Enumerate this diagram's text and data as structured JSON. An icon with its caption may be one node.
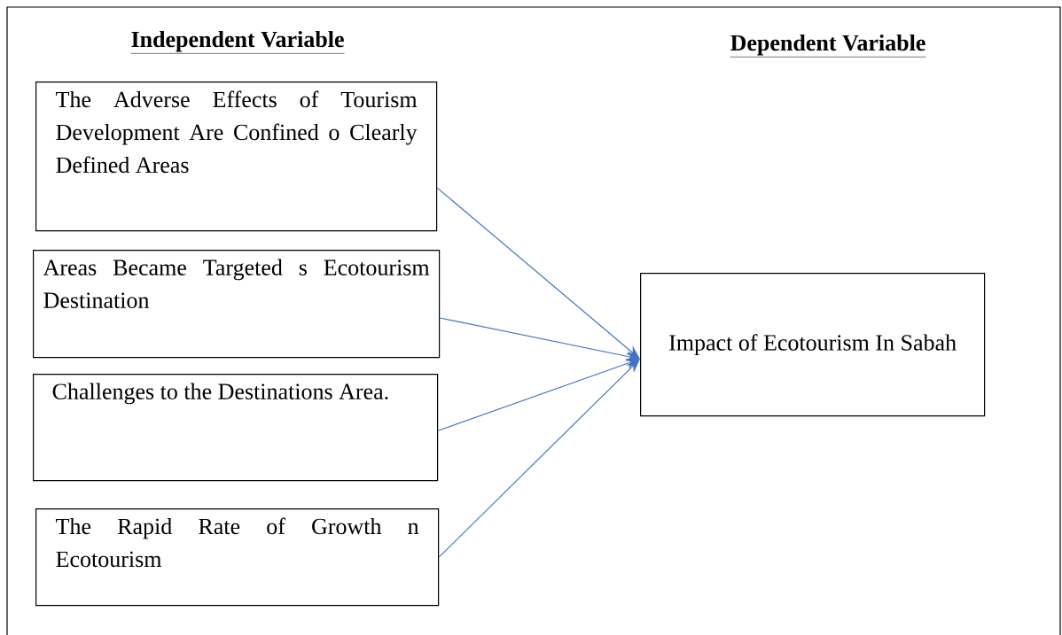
{
  "diagram": {
    "nodes": [
      {
        "text": [
          "The Adverse Effects of Tourism Development Are Confined o Clearly Defined Areas"
        ]
      },
      {
        "text": [
          "Areas Became Targeted s Ecotourism Destination"
        ]
      },
      {
        "text": [
          "Challenges to the Destinations Area."
        ]
      },
      {
        "text": [
          "The Rapid Rate of Growth n Ecotourism"
        ]
      },
      {
        "text": [
          "Impact of Ecotourism In Sabah"
        ]
      }
    ],
    "edges": [
      {
        "from": 0,
        "to": 4,
        "arrow": "to"
      },
      {
        "from": 1,
        "to": 4,
        "arrow": "to"
      },
      {
        "from": 2,
        "to": 4,
        "arrow": "to"
      },
      {
        "from": 3,
        "to": 4,
        "arrow": "to"
      }
    ],
    "labels": [
      "Independent Variable",
      "Dependent Variable"
    ]
  }
}
